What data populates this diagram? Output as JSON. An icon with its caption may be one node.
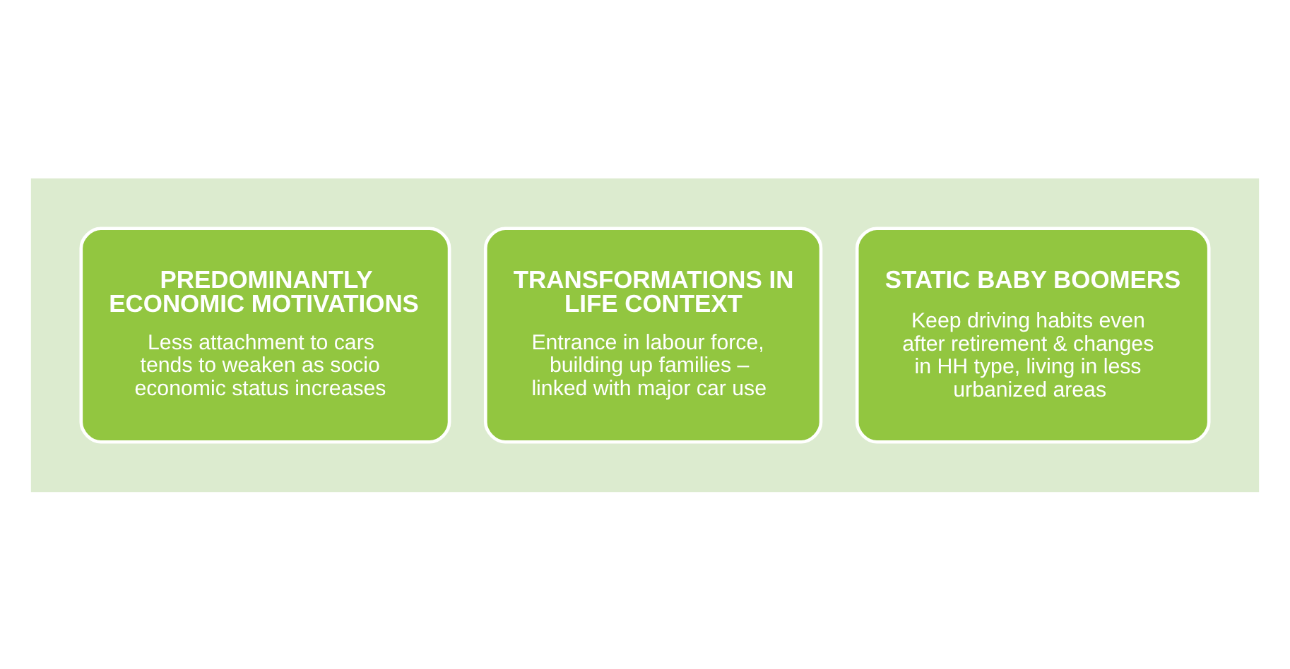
{
  "diagram": {
    "nodes": [
      {
        "text": [],
        "shape": "arrow"
      },
      {
        "text": [
          "PREDOMINANTLY ECONOMIC MOTIVATIONS",
          "Less attachment to cars tends to weaken as socio economic status increases"
        ],
        "in": 0
      },
      {
        "text": [
          "TRANSFORMATIONS IN LIFE CONTEXT",
          "Entrance in labour force, building up families – linked with major car use"
        ],
        "in": 0
      },
      {
        "text": [
          "STATIC BABY BOOMERS",
          "Keep driving habits even after retirement & changes in HH type, living in less urbanized areas"
        ],
        "in": 0
      }
    ],
    "edges": []
  }
}
